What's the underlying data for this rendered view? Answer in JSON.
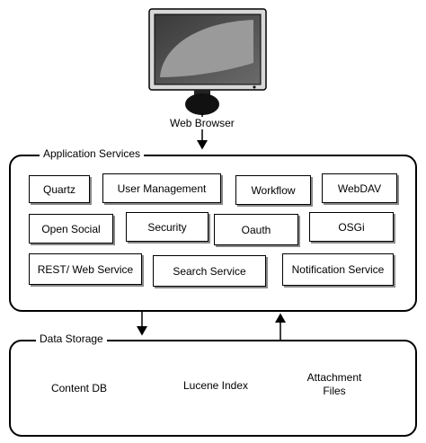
{
  "browser": {
    "label": "Web Browser"
  },
  "application_services": {
    "title": "Application Services",
    "items": [
      "Quartz",
      "User Management",
      "Workflow",
      "WebDAV",
      "Open Social",
      "Security",
      "Oauth",
      "OSGi",
      "REST/ Web Service",
      "Search Service",
      "Notification Service"
    ]
  },
  "data_storage": {
    "title": "Data Storage",
    "items": [
      "Content DB",
      "Lucene Index",
      "Attachment Files"
    ]
  },
  "colors": {
    "stroke": "#000000",
    "monitor_screen": "#555555",
    "monitor_highlight": "#9a9a9a",
    "shadow": "#888888"
  }
}
